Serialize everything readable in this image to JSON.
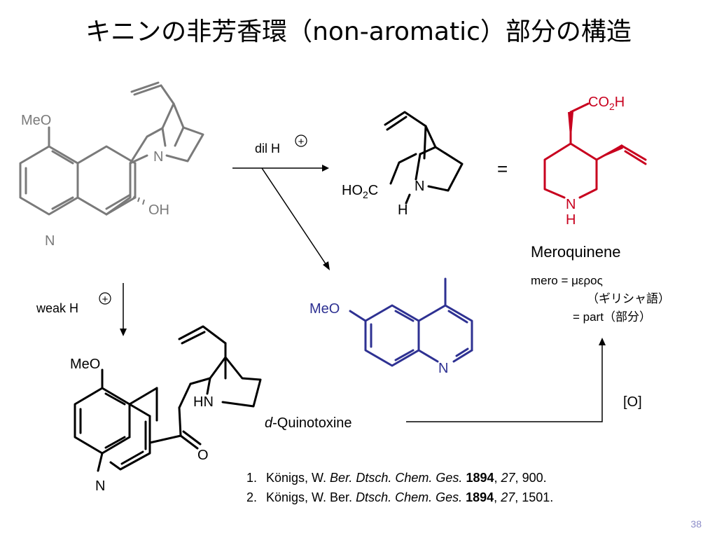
{
  "slide": {
    "title": "キニンの非芳香環（non-aromatic）部分の構造",
    "page_number": "38"
  },
  "colors": {
    "quinine": "#7a7a7a",
    "quinoline_fragment": "#2e3192",
    "meroquinene": "#c8001e",
    "default": "#000000"
  },
  "quinine": {
    "meo": "MeO",
    "n_ring": "N",
    "n_quinuclidine": "N",
    "oh": "OH"
  },
  "arrow_top": {
    "label": "dil H",
    "charge": "+"
  },
  "arrow_left": {
    "label": "weak H",
    "charge": "+"
  },
  "intermediate": {
    "acid": "HO",
    "acid_sub": "2",
    "acid_c": "C",
    "n": "N",
    "h": "H"
  },
  "equals_sign": "=",
  "meroquinene": {
    "co2h_c": "CO",
    "co2h_sub": "2",
    "co2h_h": "H",
    "n": "N",
    "h": "H",
    "name": "Meroquinene"
  },
  "mero_definition": {
    "line1": "mero = μερος",
    "line2": "（ギリシャ語）",
    "line3": "= part（部分）"
  },
  "quinoline_fragment": {
    "meo": "MeO",
    "n": "N"
  },
  "quinotoxine": {
    "meo": "MeO",
    "n_ring": "N",
    "hn": "HN",
    "o": "O",
    "name_italic": "d",
    "name_rest": "-Quinotoxine"
  },
  "oxidation": {
    "label": "[O]"
  },
  "references": [
    {
      "num": "1.",
      "author": "Königs, W. ",
      "journal": "Ber. Dtsch. Chem. Ges.",
      "year": "1894",
      "volume": "27",
      "page": "900."
    },
    {
      "num": "2.",
      "author": "Königs, W. Ber. ",
      "journal": "Dtsch. Chem. Ges.",
      "year": "1894",
      "volume": "27",
      "page": "1501."
    }
  ]
}
